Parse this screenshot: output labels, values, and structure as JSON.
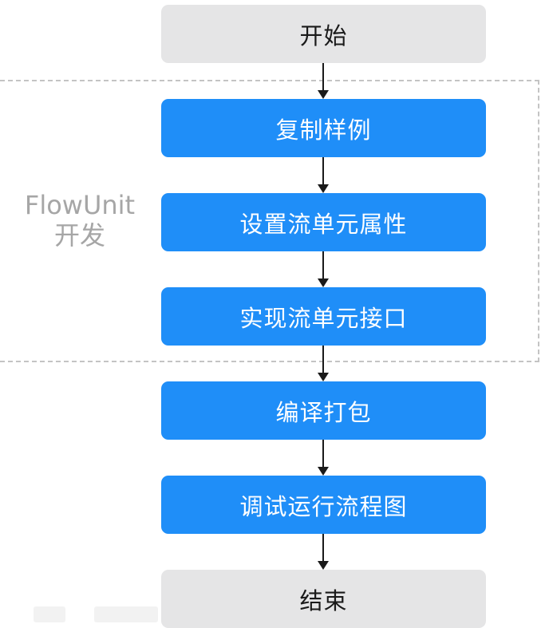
{
  "flow": {
    "steps": [
      {
        "label": "开始",
        "kind": "terminal"
      },
      {
        "label": "复制样例",
        "kind": "process"
      },
      {
        "label": "设置流单元属性",
        "kind": "process"
      },
      {
        "label": "实现流单元接口",
        "kind": "process"
      },
      {
        "label": "编译打包",
        "kind": "process"
      },
      {
        "label": "调试运行流程图",
        "kind": "process"
      },
      {
        "label": "结束",
        "kind": "terminal"
      }
    ]
  },
  "group": {
    "label_line1": "FlowUnit",
    "label_line2": "开发"
  },
  "colors": {
    "process_fill": "#1f8ef8",
    "terminal_fill": "#e5e5e6",
    "group_border": "#c4c4c4",
    "group_label": "#a6a6a6",
    "arrow": "#1a1a1a"
  }
}
